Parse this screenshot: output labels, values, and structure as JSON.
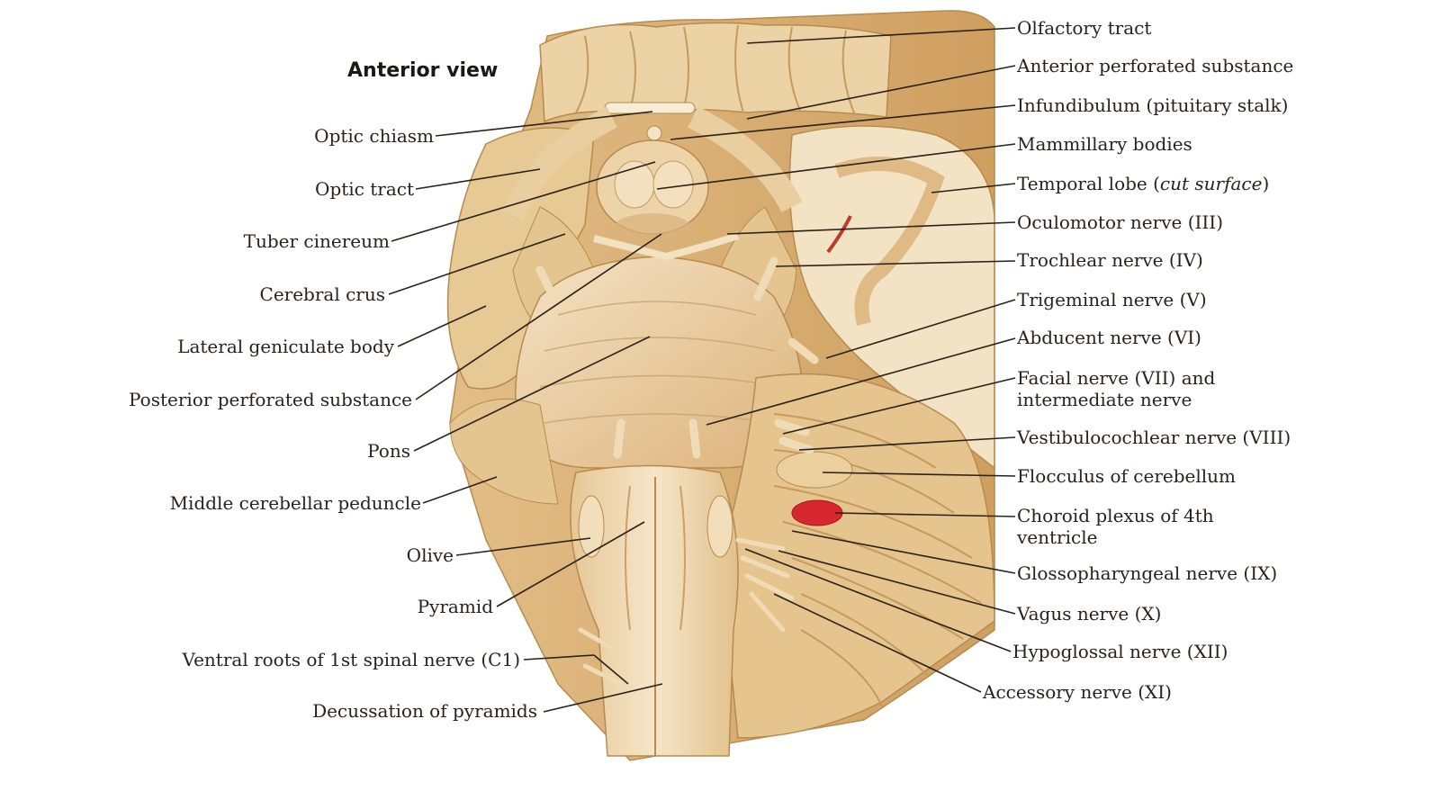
{
  "title": "Anterior view",
  "left_labels": [
    "Optic chiasm",
    "Optic tract",
    "Tuber cinereum",
    "Cerebral crus",
    "Lateral geniculate body",
    "Posterior perforated substance",
    "Pons",
    "Middle cerebellar peduncle",
    "Olive",
    "Pyramid",
    "Ventral roots of 1st spinal nerve (C1)",
    "Decussation of pyramids"
  ],
  "right_labels": [
    "Olfactory tract",
    "Anterior perforated substance",
    "Infundibulum (pituitary stalk)",
    "Mammillary bodies",
    {
      "pre": "Temporal lobe (",
      "em": "cut surface",
      "post": ")"
    },
    "Oculomotor nerve (III)",
    "Trochlear nerve (IV)",
    "Trigeminal nerve (V)",
    "Abducent nerve (VI)",
    {
      "line1": "Facial nerve (VII) and",
      "line2": "intermediate nerve"
    },
    "Vestibulocochlear nerve (VIII)",
    "Flocculus of cerebellum",
    {
      "line1": "Choroid plexus of 4th",
      "line2": "ventricle"
    },
    "Glossopharyngeal nerve (IX)",
    "Vagus nerve (X)",
    "Hypoglossal nerve (XII)",
    "Accessory nerve (XI)"
  ],
  "colors": {
    "tissue": "#e9cf9f",
    "tissue_light": "#f3e2c2",
    "tissue_dark": "#c99b5f",
    "background_block": "#d8ad6e",
    "choroid_plexus": "#d8262e",
    "leader_line": "#2b2118"
  }
}
